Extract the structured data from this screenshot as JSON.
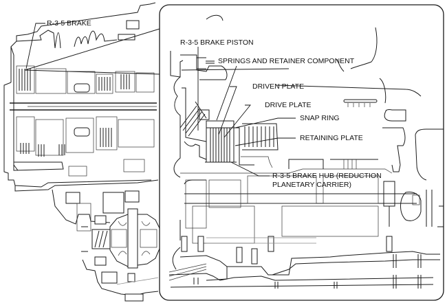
{
  "figure": {
    "type": "transmission cross-section with detail inset",
    "overview_callout": {
      "label": "R-3-5 BRAKE"
    },
    "detail_callouts": [
      {
        "id": "piston",
        "label": "R-3-5 BRAKE PISTON"
      },
      {
        "id": "springs",
        "label": "SPRINGS AND RETAINER COMPONENT"
      },
      {
        "id": "driven",
        "label": "DRIVEN PLATE"
      },
      {
        "id": "drive",
        "label": "DRIVE PLATE"
      },
      {
        "id": "snap",
        "label": "SNAP RING"
      },
      {
        "id": "retain",
        "label": "RETAINING PLATE"
      },
      {
        "id": "hub1",
        "label": "R-3-5 BRAKE HUB (REDUCTION"
      },
      {
        "id": "hub2",
        "label": "PLANETARY CARRIER)"
      }
    ],
    "colors": {
      "line": "#1a1a1a",
      "background": "#ffffff",
      "secondary_line": "#8a8a8a"
    }
  }
}
